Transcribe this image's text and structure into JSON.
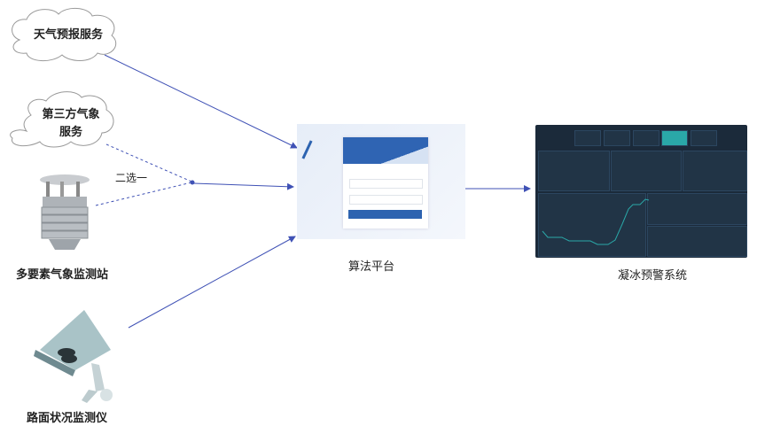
{
  "sources": {
    "weather_forecast": "天气预报服务",
    "third_party_line1": "第三方气象",
    "third_party_line2": "服务",
    "weather_station": "多要素气象监测站",
    "road_monitor": "路面状况监测仪",
    "choose_one": "二选一"
  },
  "targets": {
    "algorithm_platform": "算法平台",
    "icing_warning_system": "凝冰预警系统"
  },
  "colors": {
    "arrow": "#3f51b5",
    "dashboard_bg": "#1b2a3a",
    "accent": "#2aa8a8"
  }
}
